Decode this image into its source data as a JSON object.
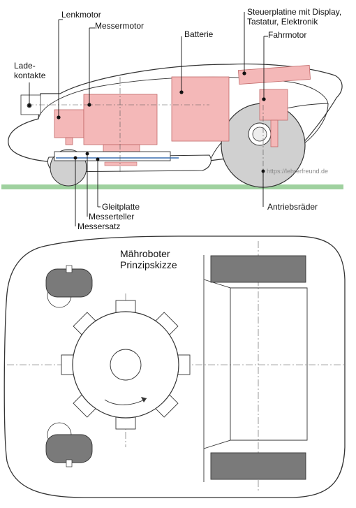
{
  "colors": {
    "component_fill": "#f4b8b8",
    "component_stroke": "#c26a6a",
    "wheel_fill": "#d0d0d0",
    "wheel_dark": "#7a7a7a",
    "ground": "#9fd19f",
    "outline": "#333333"
  },
  "side_view": {
    "labels": {
      "ladekontakte": [
        "Lade-",
        "kontakte"
      ],
      "lenkmotor": "Lenkmotor",
      "messermotor": "Messermotor",
      "batterie": "Batterie",
      "steuerplatine": [
        "Steuerplatine mit Display,",
        "Tastatur, Elektronik"
      ],
      "fahrmotor": "Fahrmotor",
      "gleitplatte": "Gleitplatte",
      "messerteller": "Messerteller",
      "messersatz": "Messersatz",
      "antriebsraeder": "Antriebsräder"
    },
    "watermark": "https://lehrerfreund.de"
  },
  "top_view": {
    "title": [
      "Mähroboter",
      "Prinzipskizze"
    ]
  }
}
